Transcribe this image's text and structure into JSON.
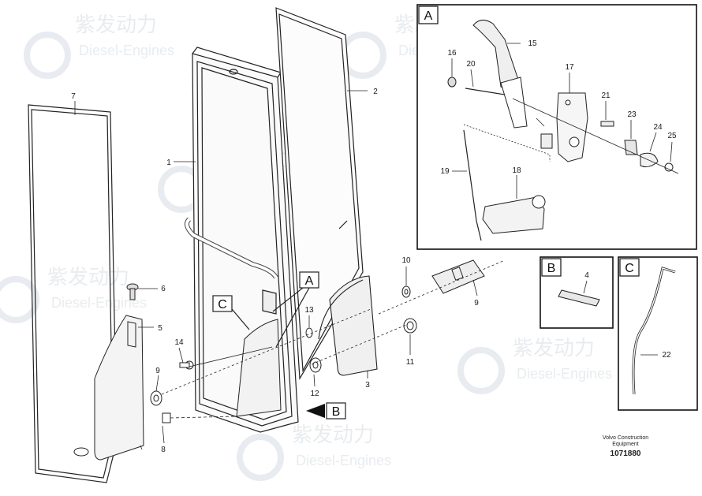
{
  "watermark": {
    "brand_cn": "紫发动力",
    "brand_en": "Diesel-Engines"
  },
  "detail_titles": {
    "a": "A",
    "b": "B",
    "c": "C"
  },
  "callouts": {
    "a": "A",
    "b": "B",
    "c": "C"
  },
  "part_labels": {
    "p1": "1",
    "p2": "2",
    "p3": "3",
    "p4": "4",
    "p5": "5",
    "p6": "6",
    "p7": "7",
    "p8": "8",
    "p9a": "9",
    "p9b": "9",
    "p10": "10",
    "p11": "11",
    "p12": "12",
    "p13": "13",
    "p14": "14",
    "p15": "15",
    "p16": "16",
    "p17": "17",
    "p18": "18",
    "p19": "19",
    "p20": "20",
    "p21": "21",
    "p22": "22",
    "p23": "23",
    "p24": "24",
    "p25": "25"
  },
  "footer": {
    "line1": "Volvo Construction",
    "line2": "Equipment",
    "number": "1071880"
  }
}
